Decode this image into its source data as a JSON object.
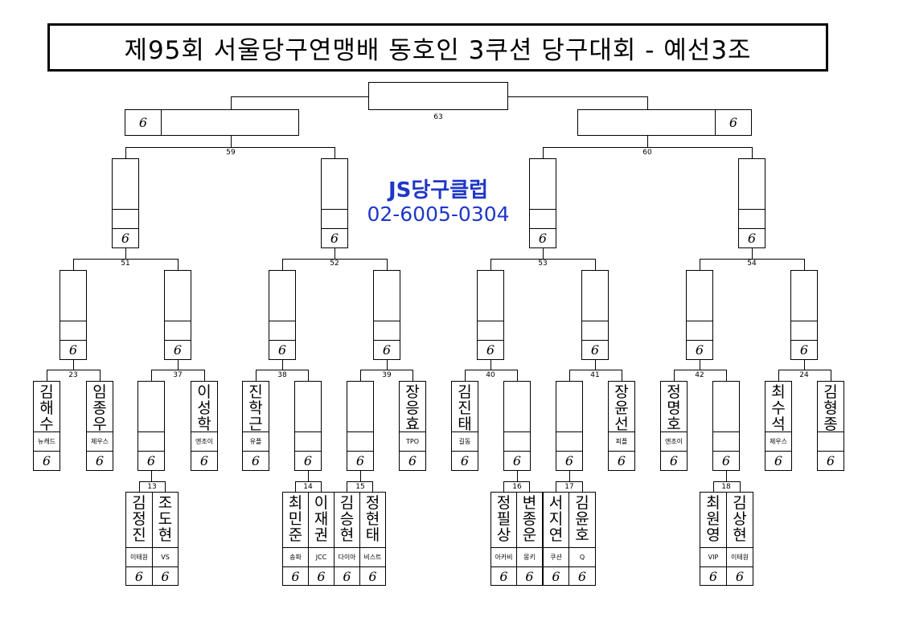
{
  "title": "제95회 서울당구연맹배 동호인 3쿠션 당구대회 - 예선3조",
  "promo": {
    "name": "JS당구클럽",
    "phone": "02-6005-0304"
  },
  "score_mark": "6",
  "matches": {
    "top": "63",
    "semi_left": "59",
    "semi_right": "60",
    "r3": [
      "51",
      "52",
      "53",
      "54"
    ],
    "r2": [
      "23",
      "37",
      "38",
      "39",
      "40",
      "41",
      "42",
      "24"
    ],
    "r1": [
      "13",
      "14",
      "15",
      "16",
      "17",
      "18"
    ]
  },
  "players": {
    "p23a": {
      "name": "김해수",
      "club": "뉴캐드"
    },
    "p23b": {
      "name": "임종우",
      "club": "제우스"
    },
    "p37b": {
      "name": "이성학",
      "club": "엔조이"
    },
    "p38a": {
      "name": "진학근",
      "club": "유플"
    },
    "p39b": {
      "name": "장응효",
      "club": "TPO"
    },
    "p40a": {
      "name": "김진태",
      "club": "길동"
    },
    "p41b": {
      "name": "장윤선",
      "club": "피플"
    },
    "p42a": {
      "name": "정명호",
      "club": "엔조이"
    },
    "p24a": {
      "name": "최수석",
      "club": "제우스"
    },
    "p24b": {
      "name": "김형종",
      "club": ""
    },
    "p13a": {
      "name": "김정진",
      "club": "이태원"
    },
    "p13b": {
      "name": "조도현",
      "club": "VS"
    },
    "p14a": {
      "name": "최민준",
      "club": "송파"
    },
    "p14b": {
      "name": "이재권",
      "club": "JCC"
    },
    "p15a": {
      "name": "김승현",
      "club": "다이아"
    },
    "p15b": {
      "name": "정현태",
      "club": "비스트"
    },
    "p16a": {
      "name": "정필상",
      "club": "아카비"
    },
    "p16b": {
      "name": "변종운",
      "club": "몽키"
    },
    "p17a": {
      "name": "서지연",
      "club": "쿠션"
    },
    "p17b": {
      "name": "김윤호",
      "club": "Q"
    },
    "p18a": {
      "name": "최원영",
      "club": "VIP"
    },
    "p18b": {
      "name": "김상현",
      "club": "이태원"
    }
  }
}
